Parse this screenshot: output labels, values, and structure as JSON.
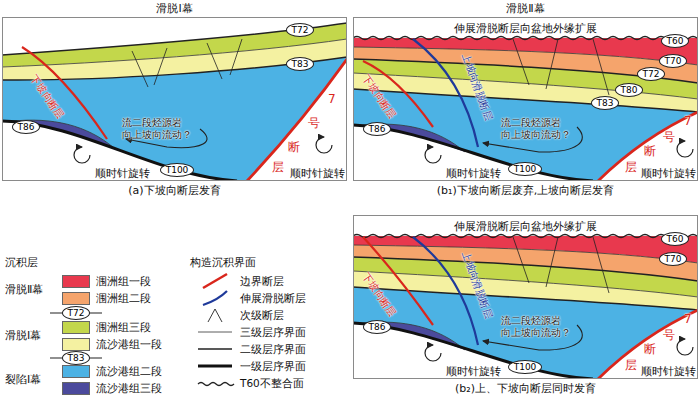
{
  "diagram": {
    "nodes": [
      {
        "text": [
          "滑脱Ⅰ幕",
          "(a)下坡向断层发育"
        ]
      },
      {
        "text": [
          "T72"
        ],
        "in": 0
      },
      {
        "text": [
          "T83"
        ],
        "in": 0
      },
      {
        "text": [
          "T86"
        ],
        "in": 0
      },
      {
        "text": [
          "T100"
        ],
        "in": 0
      },
      {
        "text": [
          "滑脱Ⅱ幕",
          "(b₁)下坡向断层废弃,上坡向断层发育"
        ]
      },
      {
        "text": [
          "T60"
        ],
        "in": 5
      },
      {
        "text": [
          "T70"
        ],
        "in": 5
      },
      {
        "text": [
          "T72"
        ],
        "in": 5
      },
      {
        "text": [
          "T80"
        ],
        "in": 5
      },
      {
        "text": [
          "T83"
        ],
        "in": 5
      },
      {
        "text": [
          "T86"
        ],
        "in": 5
      },
      {
        "text": [
          "T100"
        ],
        "in": 5
      },
      {
        "text": [
          "(b₂)上、下坡向断层同时发育"
        ]
      },
      {
        "text": [
          "T60"
        ],
        "in": 13
      },
      {
        "text": [
          "T70"
        ],
        "in": 13
      },
      {
        "text": [
          "T86"
        ],
        "in": 13
      },
      {
        "text": [
          "T100"
        ],
        "in": 13
      },
      {
        "text": [
          "T72"
        ]
      },
      {
        "text": [
          "T83"
        ]
      }
    ],
    "labels": [
      "下坡向断层",
      "流二段烃源岩 向上坡向流动？",
      "顺时针旋转",
      "顺时针旋转",
      "7",
      "号",
      "断",
      "层",
      "伸展滑脱断层向盆地外缘扩展",
      "下坡向断层",
      "上坡向滑脱断层",
      "流二段烃源岩 向上坡向流动？",
      "顺时针旋转",
      "顺时针旋转",
      "7",
      "号",
      "断",
      "层",
      "伸展滑脱断层向盆地外缘扩展",
      "下坡向断层",
      "上坡向滑脱断层",
      "流二段烃源岩 向上坡向流动？",
      "顺时针旋转",
      "顺时针旋转",
      "7",
      "号",
      "断",
      "层",
      "沉积层",
      "滑脱Ⅱ幕",
      "滑脱Ⅰ幕",
      "裂陷Ⅰ幕",
      "构造沉积界面"
    ],
    "legend": [
      {
        "text": "涠洲组一段",
        "color": "#e8394e"
      },
      {
        "text": "涠洲组二段",
        "color": "#f5a46c"
      },
      {
        "text": "涠洲组三段",
        "color": "#c3d74b"
      },
      {
        "text": "流沙港组一段",
        "color": "#f4f1a1"
      },
      {
        "text": "流沙港组二段",
        "color": "#4cb2e4"
      },
      {
        "text": "流沙港组三段",
        "color": "#4b4a9c"
      },
      {
        "text": "边界断层"
      },
      {
        "text": "伸展滑脱断层"
      },
      {
        "text": "次级断层"
      },
      {
        "text": "三级层序界面"
      },
      {
        "text": "二级层序界面"
      },
      {
        "text": "一级层序界面"
      },
      {
        "text": "T60不整合面"
      }
    ]
  }
}
